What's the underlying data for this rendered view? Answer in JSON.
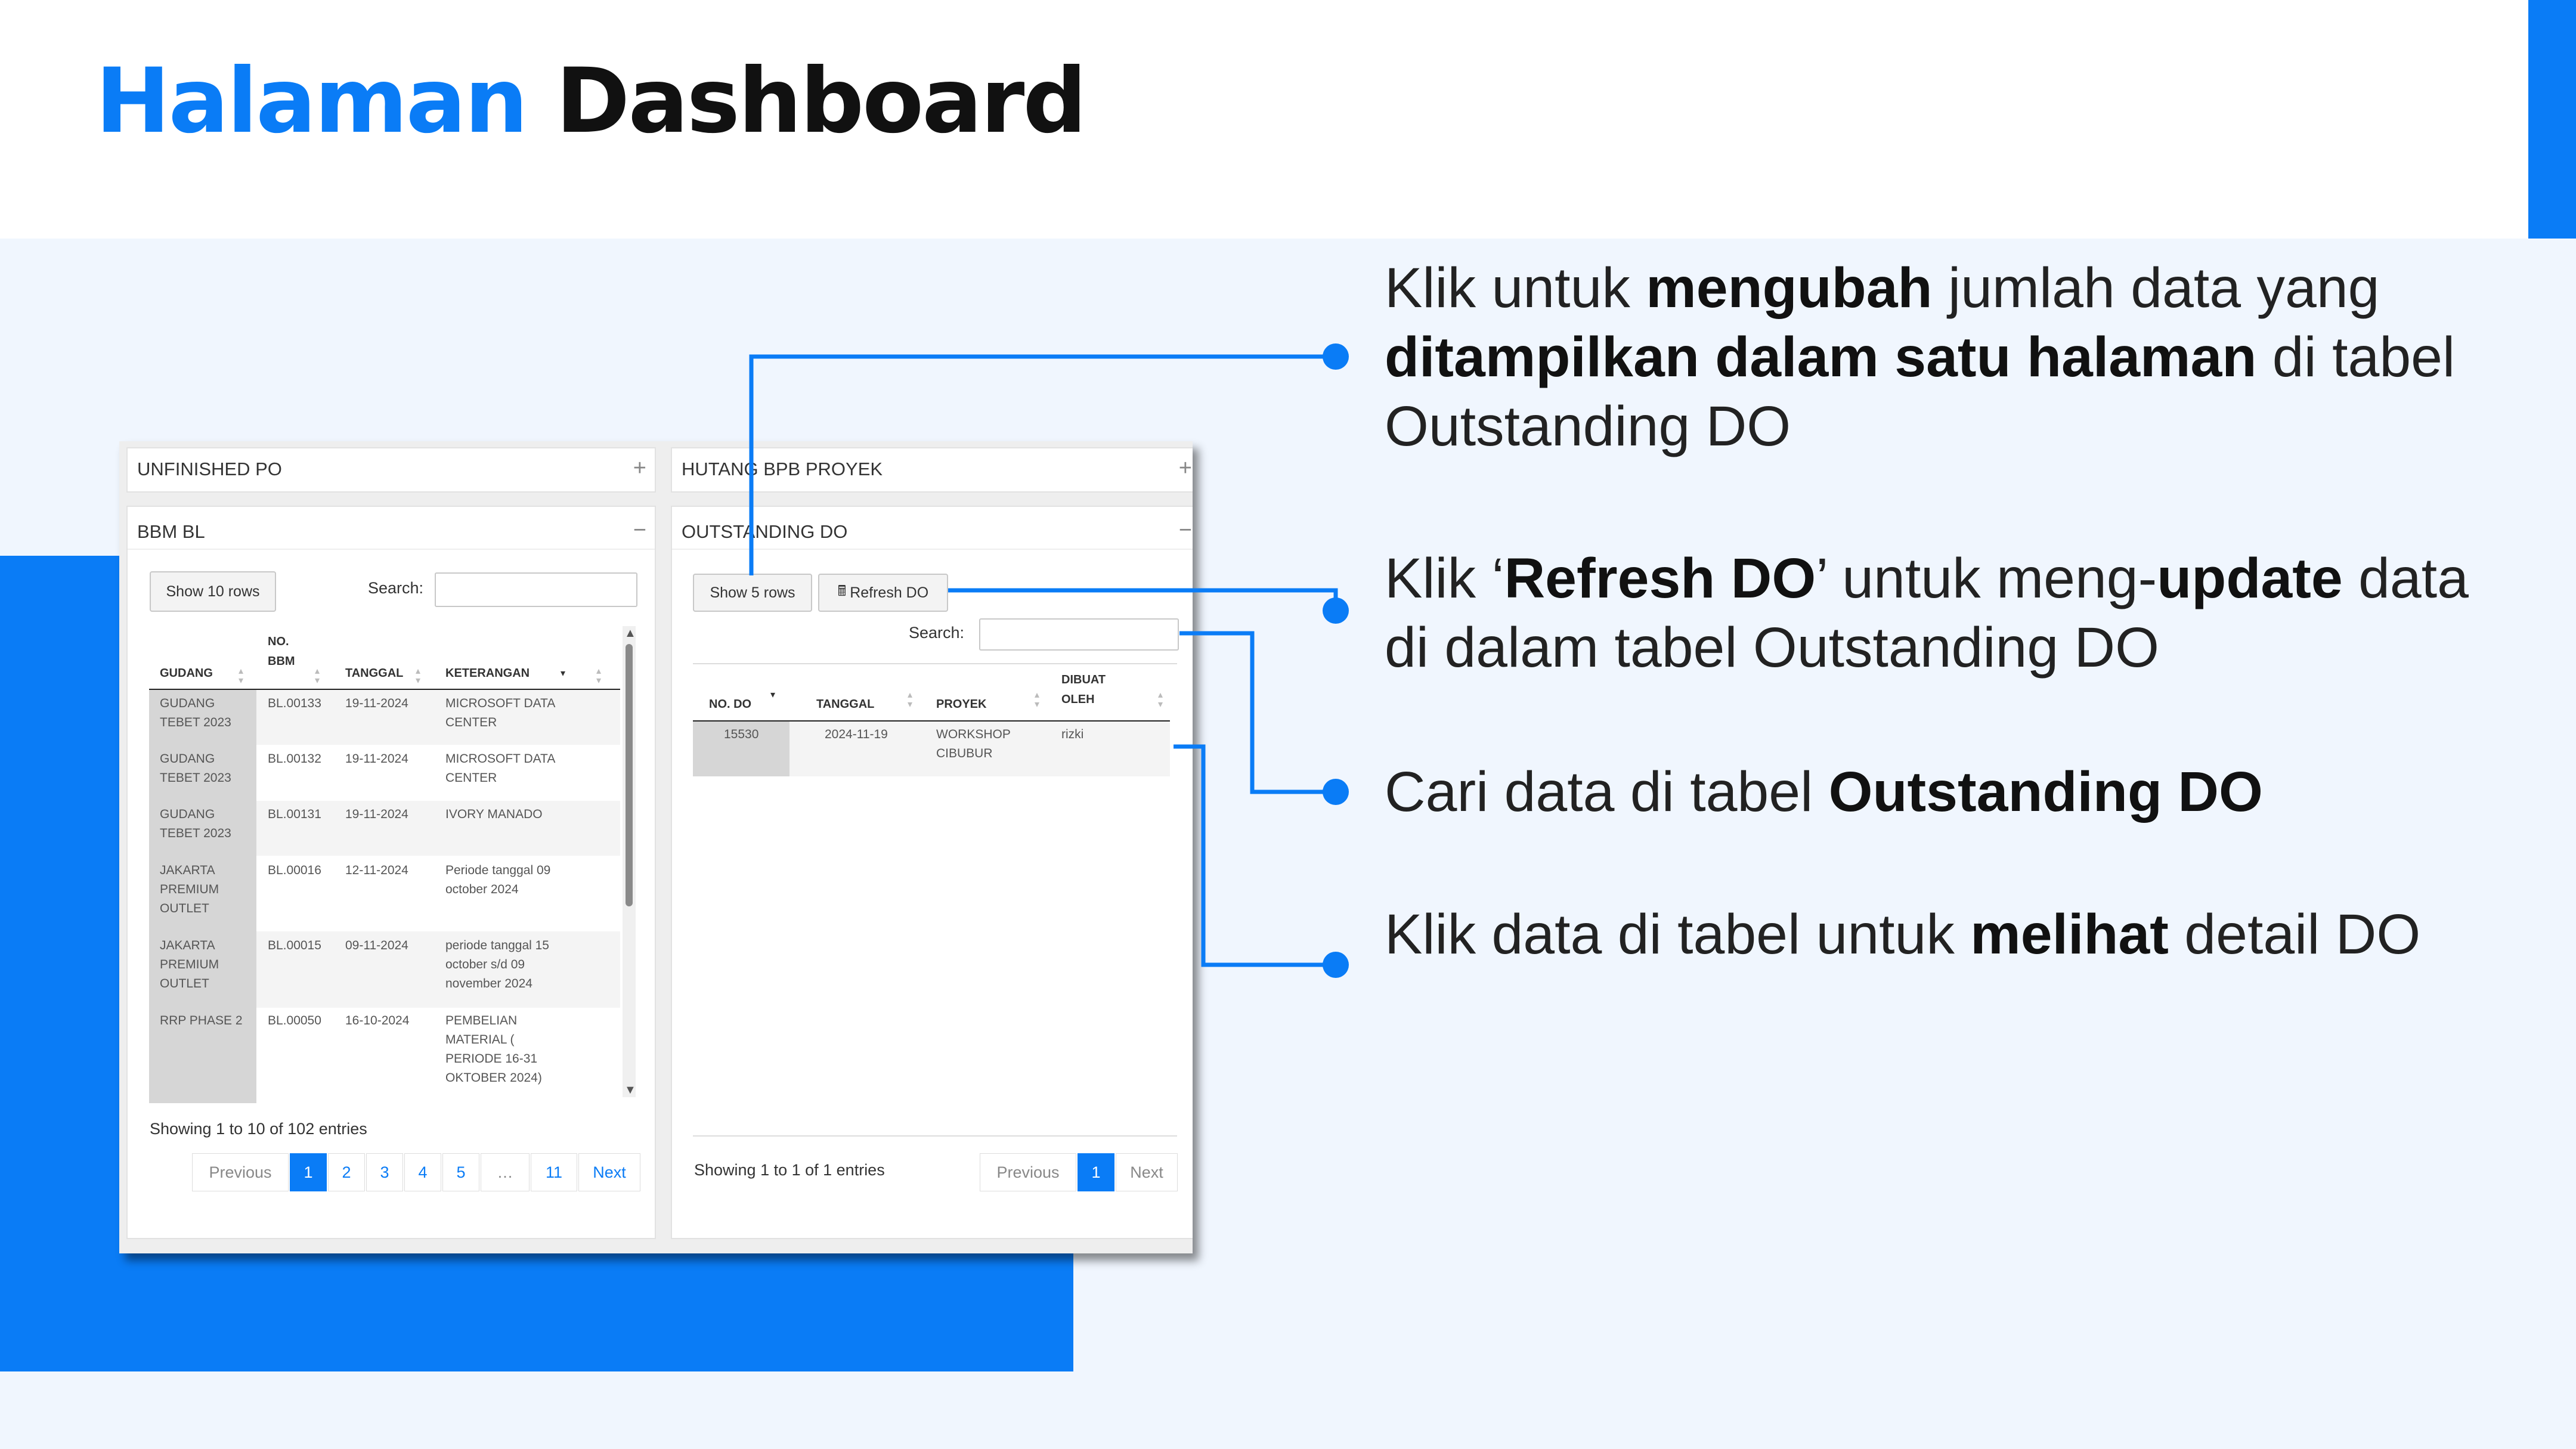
{
  "slide": {
    "title_blue": "Halaman",
    "title_dark": "Dashboard",
    "colors": {
      "accent": "#0a7cf6",
      "background": "#f0f6fe",
      "title_dark": "#111111"
    }
  },
  "app": {
    "panels": {
      "unfinished_po": {
        "title": "UNFINISHED PO",
        "tool": "+"
      },
      "hutang_bpb": {
        "title": "HUTANG BPB PROYEK",
        "tool": "+"
      },
      "bbm_bl": {
        "title": "BBM BL",
        "tool": "−",
        "show_rows": "Show 10 rows",
        "search_label": "Search:",
        "search_value": "",
        "columns": [
          "GUDANG",
          "NO. BBM",
          "TANGGAL",
          "KETERANGAN"
        ],
        "columns_display": [
          [
            "GUDANG"
          ],
          [
            "NO.",
            "BBM"
          ],
          [
            "TANGGAL"
          ],
          [
            "KETERANGAN"
          ]
        ],
        "rows": [
          {
            "gudang": [
              "GUDANG",
              "TEBET 2023"
            ],
            "no": "BL.00133",
            "tanggal": "19-11-2024",
            "ket": [
              "MICROSOFT DATA",
              "CENTER"
            ]
          },
          {
            "gudang": [
              "GUDANG",
              "TEBET 2023"
            ],
            "no": "BL.00132",
            "tanggal": "19-11-2024",
            "ket": [
              "MICROSOFT DATA",
              "CENTER"
            ]
          },
          {
            "gudang": [
              "GUDANG",
              "TEBET 2023"
            ],
            "no": "BL.00131",
            "tanggal": "19-11-2024",
            "ket": [
              "IVORY MANADO"
            ]
          },
          {
            "gudang": [
              "JAKARTA",
              "PREMIUM",
              "OUTLET"
            ],
            "no": "BL.00016",
            "tanggal": "12-11-2024",
            "ket": [
              "Periode tanggal 09",
              "october 2024"
            ]
          },
          {
            "gudang": [
              "JAKARTA",
              "PREMIUM",
              "OUTLET"
            ],
            "no": "BL.00015",
            "tanggal": "09-11-2024",
            "ket": [
              "periode tanggal 15",
              "october s/d 09",
              "november 2024"
            ]
          },
          {
            "gudang": [
              "RRP PHASE 2"
            ],
            "no": "BL.00050",
            "tanggal": "16-10-2024",
            "ket": [
              "PEMBELIAN",
              "MATERIAL (",
              "PERIODE 16-31",
              "OKTOBER 2024)"
            ]
          }
        ],
        "info": "Showing 1 to 10 of 102 entries",
        "pagination": [
          "Previous",
          "1",
          "2",
          "3",
          "4",
          "5",
          "…",
          "11",
          "Next"
        ],
        "active_page": "1"
      },
      "outstanding_do": {
        "title": "OUTSTANDING DO",
        "tool": "−",
        "show_rows": "Show 5 rows",
        "refresh_label": "Refresh DO",
        "search_label": "Search:",
        "search_value": "",
        "columns": [
          "NO. DO",
          "TANGGAL",
          "PROYEK",
          "DIBUAT OLEH"
        ],
        "columns_display": [
          [
            "NO. DO"
          ],
          [
            "TANGGAL"
          ],
          [
            "PROYEK"
          ],
          [
            "DIBUAT",
            "OLEH"
          ]
        ],
        "rows": [
          {
            "no": "15530",
            "tanggal": "2024-11-19",
            "proyek": [
              "WORKSHOP",
              "CIBUBUR"
            ],
            "oleh": "rizki"
          }
        ],
        "info": "Showing 1 to 1 of 1 entries",
        "pagination": [
          "Previous",
          "1",
          "Next"
        ],
        "active_page": "1"
      }
    }
  },
  "annotations": [
    {
      "parts": [
        [
          "Klik untuk ",
          false
        ],
        [
          "mengubah",
          true
        ],
        [
          " jumlah data yang ",
          false
        ],
        [
          "ditampilkan dalam satu halaman",
          true
        ],
        [
          " di tabel Outstanding DO",
          false
        ]
      ]
    },
    {
      "parts": [
        [
          "Klik ‘",
          false
        ],
        [
          "Refresh DO",
          true
        ],
        [
          "’ untuk meng-",
          false
        ],
        [
          "update",
          true
        ],
        [
          " data di dalam tabel Outstanding DO",
          false
        ]
      ]
    },
    {
      "parts": [
        [
          "Cari data di tabel ",
          false
        ],
        [
          "Outstanding DO",
          true
        ]
      ]
    },
    {
      "parts": [
        [
          "Klik data di tabel untuk ",
          false
        ],
        [
          "melihat",
          true
        ],
        [
          " detail DO",
          false
        ]
      ]
    }
  ]
}
